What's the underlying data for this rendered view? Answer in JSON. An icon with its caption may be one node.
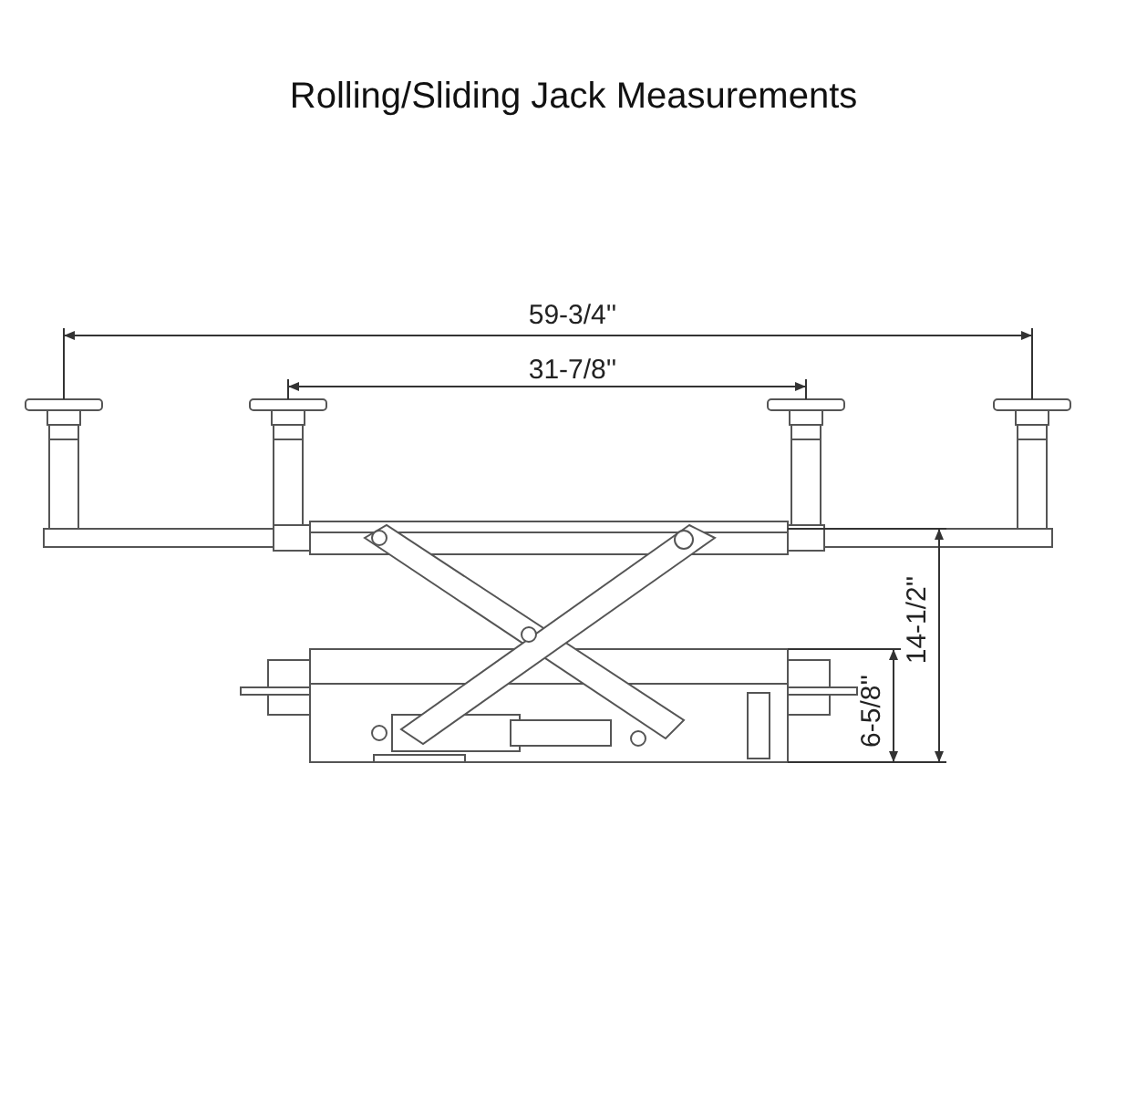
{
  "diagram": {
    "title": "Rolling/Sliding Jack Measurements",
    "labels": [
      "59-3/4''",
      "31-7/8''",
      "14-1/2''",
      "6-5/8''"
    ]
  }
}
